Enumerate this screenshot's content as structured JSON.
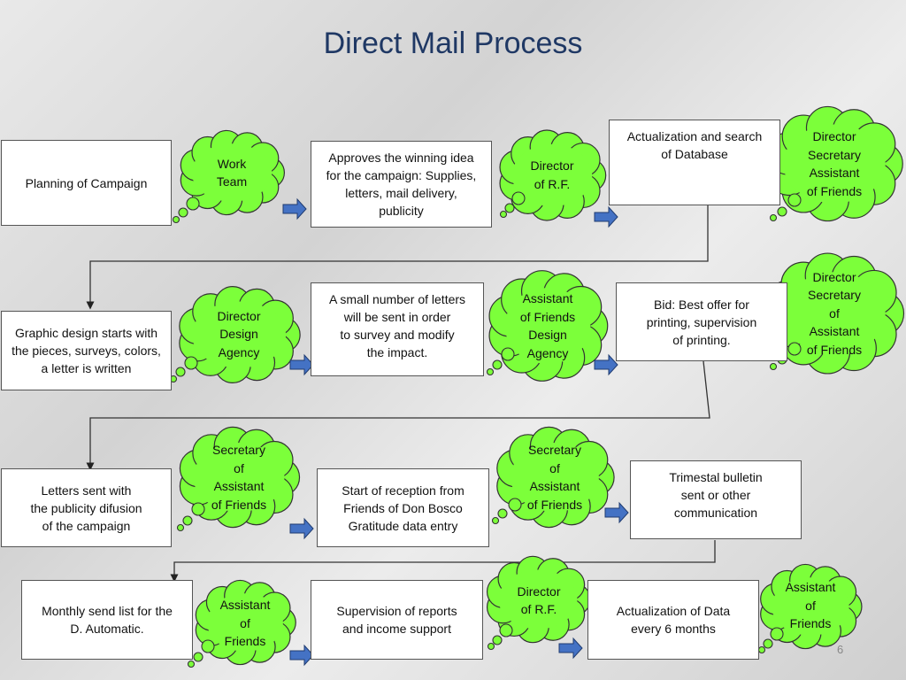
{
  "title": "Direct Mail Process",
  "page_number": "6",
  "colors": {
    "cloud_fill": "#7cff3a",
    "arrow_fill": "#4472c4",
    "title": "#1f3864"
  },
  "boxes": {
    "b1": "Planning of Campaign",
    "b2": "Approves the winning idea\nfor the campaign: Supplies,\nletters, mail delivery,\npublicity",
    "b3": "Actualization and search\nof Database",
    "b4": "Graphic design starts with\nthe pieces, surveys, colors,\na letter is written",
    "b5": "A small number of letters\nwill be sent in order\nto survey and modify\nthe impact.",
    "b6": "Bid: Best offer for\nprinting, supervision\nof printing.",
    "b7": "Letters sent with\nthe publicity difusion\nof the campaign",
    "b8": "Start of reception from\nFriends of Don Bosco\nGratitude data entry",
    "b9": "Trimestal bulletin\nsent or other\ncommunication",
    "b10": "Monthly send list for the\nD. Automatic.",
    "b11": "Supervision of reports\nand income support",
    "b12": "Actualization of Data\nevery 6 months"
  },
  "clouds": {
    "c1": "Work\nTeam",
    "c2": "Director\nof R.F.",
    "c3": "Director\nSecretary\nAssistant\nof Friends",
    "c4": "Director\nDesign\nAgency",
    "c5": "Assistant\nof Friends\nDesign\nAgency",
    "c6": "Director\nSecretary\nof\nAssistant\nof Friends",
    "c7": "Secretary\nof\nAssistant\nof Friends",
    "c8": "Secretary\nof\nAssistant\nof Friends",
    "c9": "Assistant\nof\nFriends",
    "c10": "Director\nof R.F.",
    "c11": "Assistant\nof\nFriends"
  }
}
